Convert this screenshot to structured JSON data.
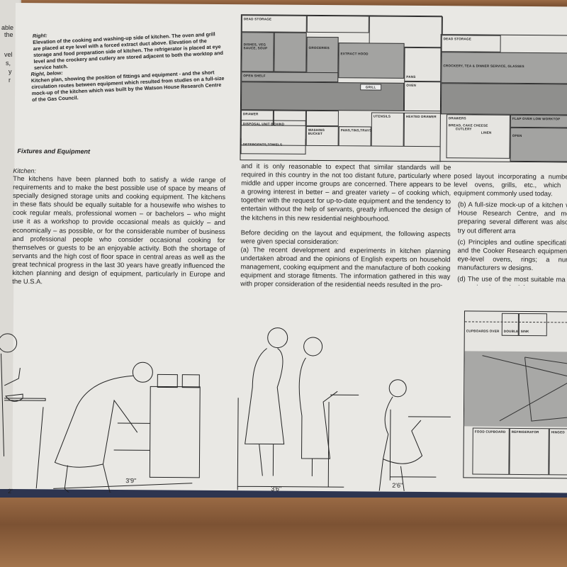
{
  "left_page_fragments": [
    "able",
    "the",
    "vel",
    "s,",
    "y",
    "r"
  ],
  "captions": {
    "right_label": "Right:",
    "right_text": "Elevation of the cooking and washing-up side of kitchen. The oven and grill are placed at eye level with a forced extract duct above. Elevation of the storage and food preparation side of kitchen. The refrigerator is placed at eye level and the crockery and cutlery are stored adjacent to both the worktop and service hatch.",
    "right_below_label": "Right, below:",
    "right_below_text": "Kitchen plan, showing the position of fittings and equipment - and the short circulation routes between equipment which resulted from studies on a full-size mock-up of the kitchen which was built by the Watson House Research Centre of the Gas Council."
  },
  "section": {
    "heading": "Fixtures and Equipment",
    "subheading": "Kitchen:",
    "col1": "The kitchens have been planned both to satisfy a wide range of requirements and to make the best possible use of space by means of specially designed storage units and cooking equipment. The kitchens in these flats should be equally suitable for a housewife who wishes to cook regular meals, professional women – or bachelors – who might use it as a workshop to provide occasional meals as quickly – and economically – as possible, or for the considerable number of business and professional people who consider occasional cooking for themselves or guests to be an enjoyable activity. Both the shortage of servants and the high cost of floor space in central areas as well as the great technical progress in the last 30 years have greatly influenced the kitchen planning and design of equipment, particularly in Europe and the U.S.A.",
    "col2_p1": "and it is only reasonable to expect that similar standards will be required in this country in the not too distant future, particularly where middle and upper income groups are concerned. There appears to be a growing interest in better – and greater variety – of cooking which, together with the request for up-to-date equipment and the tendency to entertain without the help of servants, greatly influenced the design of the kitchens in this new residential neighbourhood.",
    "col2_p2": "Before deciding on the layout and equipment, the following aspects were given special consideration:",
    "col2_a": "(a) The recent development and experiments in kitchen planning undertaken abroad and the opinions of English experts on household management, cooking equipment and the manufacture of both cooking equipment and storage fitments. The information gathered in this way with proper consideration of the residential needs resulted in the pro-",
    "col3_p1": "posed layout incorporating a number of eye level ovens, grills, etc., which are eas equipment commonly used today.",
    "col3_b": "(b) A full-size mock-up of a kitchen w Watson House Research Centre, and motions of preparing several different was also used to try out different arra",
    "col3_c": "(c) Principles and outline specificati facturers and the Cooker Research equipment such as eye-level ovens, rings; a number of manufacturers w designs.",
    "col3_d": "(d) The use of the most suitable ma a view to easy cleaning and minis"
  },
  "diagram1": {
    "labels": [
      "DEAD STORAGE",
      "DISHES, VEG SAUCE, SOUP",
      "GROCERIES",
      "EXTRACT HOOD",
      "OPEN SHELF",
      "GRILL",
      "PANS",
      "OVEN",
      "DRAWER",
      "DISPOSAL UNIT BEHIND",
      "WASHING BUCKET",
      "PANS,TINS,TRAYS",
      "UTENSILS",
      "HEATED DRAWER",
      "DETERGENTS,TOWELS"
    ]
  },
  "diagram2": {
    "labels": [
      "DEAD STORAGE",
      "CROCKERY, TEA & DINNER SERVICE, GLASSES",
      "DRAWERS",
      "FLAP OVER LOW WORKTOP",
      "BREAD, CAKE CHEESE",
      "CUTLERY",
      "LINEN",
      "OPEN"
    ]
  },
  "plan": {
    "labels": [
      "CUPBOARDS OVER",
      "DOUBLE",
      "SINK",
      "FOOD CUPBOARD",
      "REFRIGERATOR",
      "HINGED"
    ]
  },
  "dimensions": [
    "2'",
    "3'9\"",
    "3'6\"",
    "2'6\""
  ]
}
